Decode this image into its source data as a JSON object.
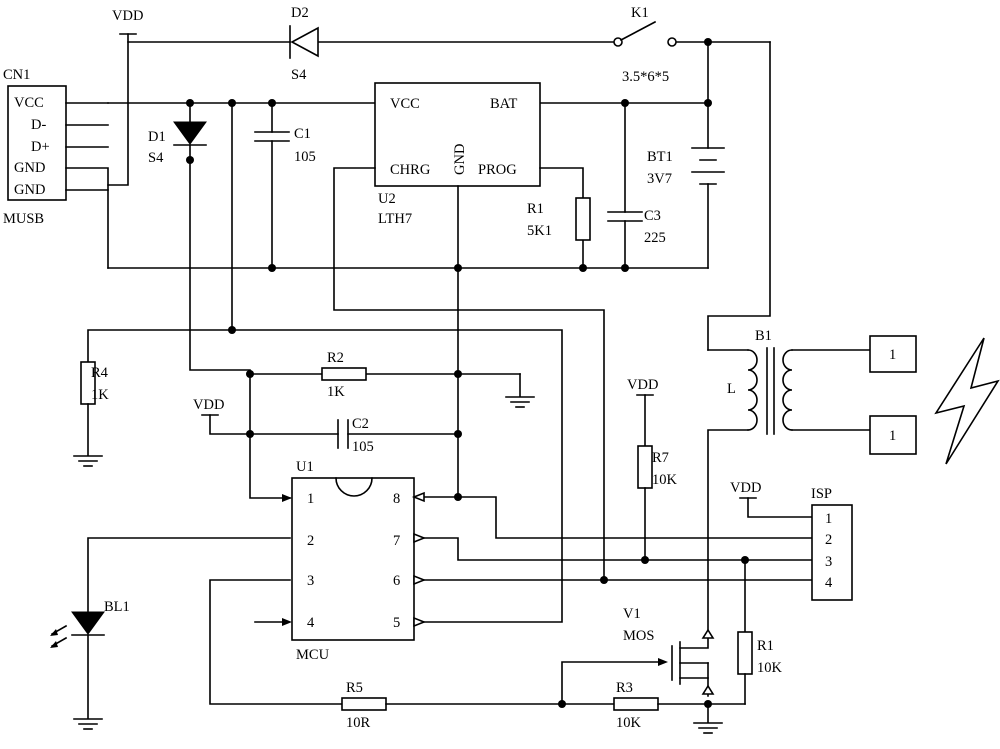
{
  "labels": {
    "cn1": "CN1",
    "musb": "MUSB",
    "vcc_pin": "VCC",
    "dminus": "D-",
    "dplus": "D+",
    "gnd1": "GND",
    "gnd2": "GND",
    "vdd_top": "VDD",
    "d2": "D2",
    "d2_type": "S4",
    "k1": "K1",
    "k1_val": "3.5*6*5",
    "d1": "D1",
    "d1_type": "S4",
    "c1": "C1",
    "c1_val": "105",
    "u2_vcc": "VCC",
    "u2_bat": "BAT",
    "u2_gnd": "GND",
    "u2_chrg": "CHRG",
    "u2_prog": "PROG",
    "u2": "U2",
    "u2_part": "LTH7",
    "r1a": "R1",
    "r1a_val": "5K1",
    "c3": "C3",
    "c3_val": "225",
    "bt1": "BT1",
    "bt1_val": "3V7",
    "r4": "R4",
    "r4_val": "1K",
    "r2": "R2",
    "r2_val": "1K",
    "vdd_c2": "VDD",
    "c2": "C2",
    "c2_val": "105",
    "b1": "B1",
    "b1_l": "L",
    "out1": "1",
    "out2": "1",
    "vdd_r7": "VDD",
    "r7": "R7",
    "r7_val": "10K",
    "vdd_isp": "VDD",
    "isp": "ISP",
    "isp1": "1",
    "isp2": "2",
    "isp3": "3",
    "isp4": "4",
    "u1": "U1",
    "mcu": "MCU",
    "p1": "1",
    "p2": "2",
    "p3": "3",
    "p4": "4",
    "p5": "5",
    "p6": "6",
    "p7": "7",
    "p8": "8",
    "bl1": "BL1",
    "v1": "V1",
    "mos": "MOS",
    "r1b": "R1",
    "r1b_val": "10K",
    "r5": "R5",
    "r5_val": "10R",
    "r3": "R3",
    "r3_val": "10K"
  }
}
